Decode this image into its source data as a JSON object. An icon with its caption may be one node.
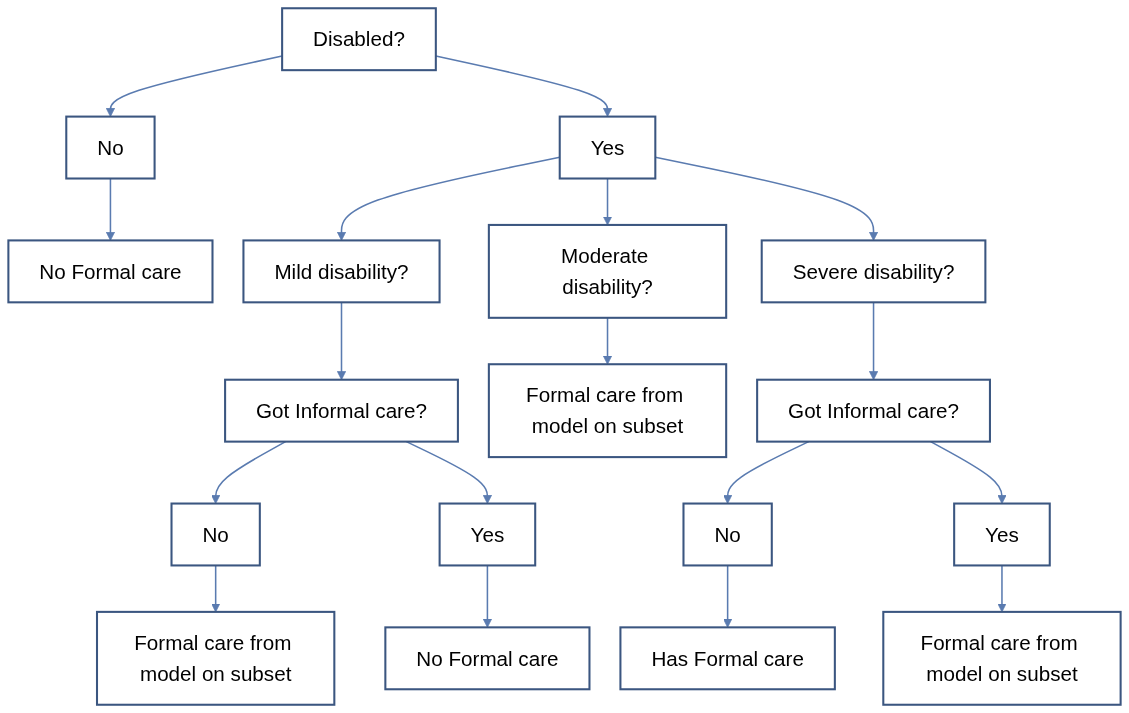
{
  "diagram": {
    "nodes": [
      {
        "text": [
          "Disabled?"
        ]
      },
      {
        "text": [
          "Yes"
        ]
      },
      {
        "text": [
          "No"
        ]
      },
      {
        "text": [
          "No Formal care"
        ]
      },
      {
        "text": [
          "Mild disability?"
        ]
      },
      {
        "text": [
          "Moderate disability?"
        ]
      },
      {
        "text": [
          "Severe disability?"
        ]
      },
      {
        "text": [
          "Got Informal care?"
        ]
      },
      {
        "text": [
          "Formal care from model on subset"
        ]
      },
      {
        "text": [
          "Got Informal care?"
        ]
      },
      {
        "text": [
          "No"
        ]
      },
      {
        "text": [
          "Yes"
        ]
      },
      {
        "text": [
          "Formal care from model on subset"
        ]
      },
      {
        "text": [
          "No Formal care"
        ]
      },
      {
        "text": [
          "No"
        ]
      },
      {
        "text": [
          "Yes"
        ]
      },
      {
        "text": [
          "Has Formal care"
        ]
      },
      {
        "text": [
          "Formal care from model on subset"
        ]
      }
    ],
    "edges": [
      {
        "from": 0,
        "to": 1,
        "arrow": "to"
      },
      {
        "from": 0,
        "to": 2,
        "arrow": "to"
      },
      {
        "from": 2,
        "to": 3,
        "arrow": "to"
      },
      {
        "from": 1,
        "to": 4,
        "arrow": "to"
      },
      {
        "from": 1,
        "to": 5,
        "arrow": "to"
      },
      {
        "from": 1,
        "to": 6,
        "arrow": "to"
      },
      {
        "from": 4,
        "to": 7,
        "arrow": "to"
      },
      {
        "from": 5,
        "to": 8,
        "arrow": "to"
      },
      {
        "from": 6,
        "to": 9,
        "arrow": "to"
      },
      {
        "from": 7,
        "to": 10,
        "arrow": "to"
      },
      {
        "from": 7,
        "to": 11,
        "arrow": "to"
      },
      {
        "from": 10,
        "to": 12,
        "arrow": "to"
      },
      {
        "from": 11,
        "to": 13,
        "arrow": "to"
      },
      {
        "from": 9,
        "to": 14,
        "arrow": "to"
      },
      {
        "from": 9,
        "to": 15,
        "arrow": "to"
      },
      {
        "from": 14,
        "to": 16,
        "arrow": "to"
      },
      {
        "from": 15,
        "to": 17,
        "arrow": "to"
      }
    ]
  }
}
